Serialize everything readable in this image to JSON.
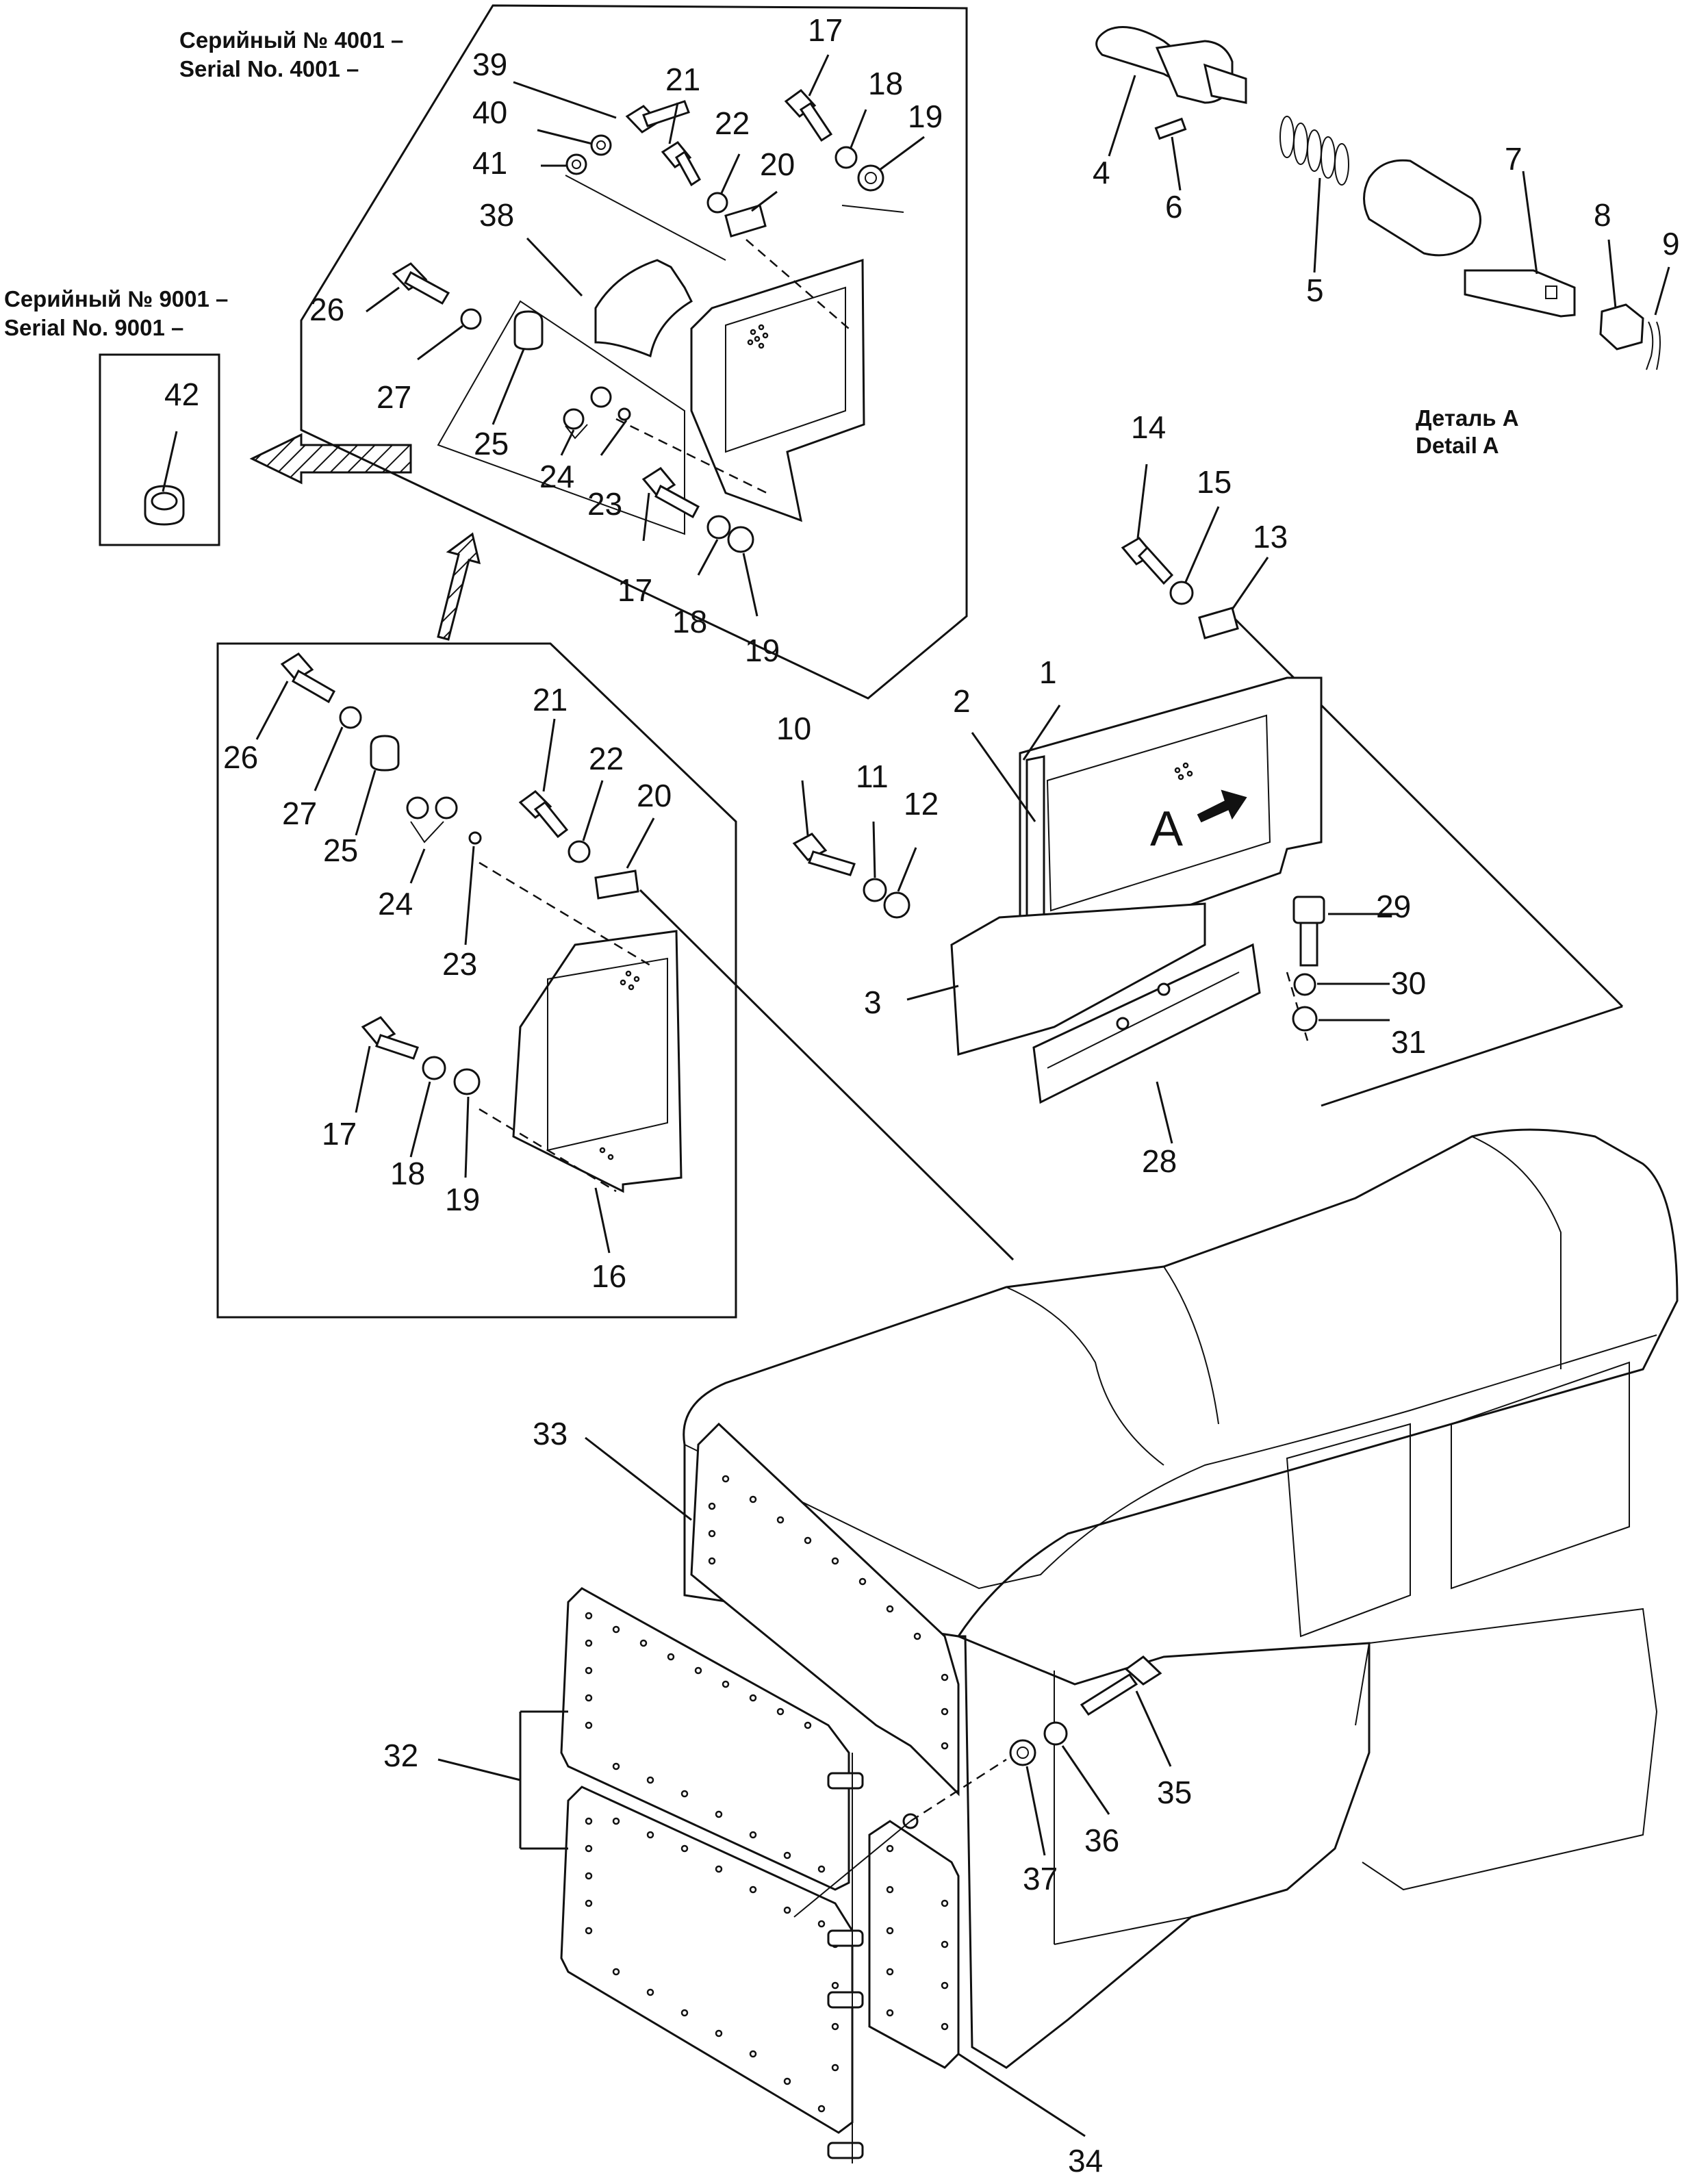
{
  "notes": {
    "serial_4001_ru": "Серийный № 4001 –",
    "serial_4001_en": "Serial No. 4001 –",
    "serial_9001_ru": "Серийный № 9001 –",
    "serial_9001_en": "Serial No. 9001 –",
    "detail_ru": "Деталь A",
    "detail_en": "Detail A",
    "detail_letter": "A"
  },
  "callouts": {
    "c1": "1",
    "c2": "2",
    "c3": "3",
    "c4": "4",
    "c5": "5",
    "c6": "6",
    "c7": "7",
    "c8": "8",
    "c9": "9",
    "c10": "10",
    "c11": "11",
    "c12": "12",
    "c13": "13",
    "c14": "14",
    "c15": "15",
    "c16": "16",
    "c17": "17",
    "c18": "18",
    "c19": "19",
    "c20": "20",
    "c21": "21",
    "c22": "22",
    "c23": "23",
    "c24": "24",
    "c25": "25",
    "c26": "26",
    "c27": "27",
    "c28": "28",
    "c29": "29",
    "c30": "30",
    "c31": "31",
    "c32": "32",
    "c33": "33",
    "c34": "34",
    "c35": "35",
    "c36": "36",
    "c37": "37",
    "c38": "38",
    "c39": "39",
    "c40": "40",
    "c41": "41",
    "c42": "42"
  }
}
